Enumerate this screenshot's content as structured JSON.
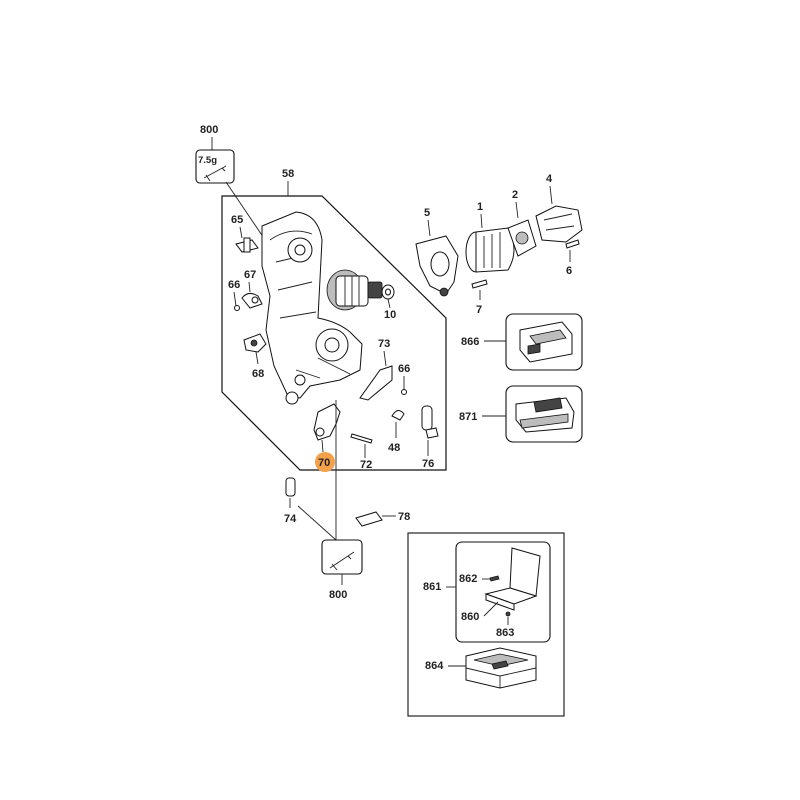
{
  "diagram": {
    "callouts": {
      "c800_top": "800",
      "c7_5g": "7.5g",
      "c58": "58",
      "c65": "65",
      "c67": "67",
      "c66": "66",
      "c68": "68",
      "c10": "10",
      "c5": "5",
      "c1": "1",
      "c2": "2",
      "c4": "4",
      "c6": "6",
      "c7": "7",
      "c866": "866",
      "c871": "871",
      "c73": "73",
      "c66b": "66",
      "c48": "48",
      "c70": "70",
      "c72": "72",
      "c76": "76",
      "c74": "74",
      "c78": "78",
      "c800_bottom": "800",
      "c861": "861",
      "c862": "862",
      "c860": "860",
      "c863": "863",
      "c864": "864"
    },
    "highlight_color": "#f5a04a"
  }
}
